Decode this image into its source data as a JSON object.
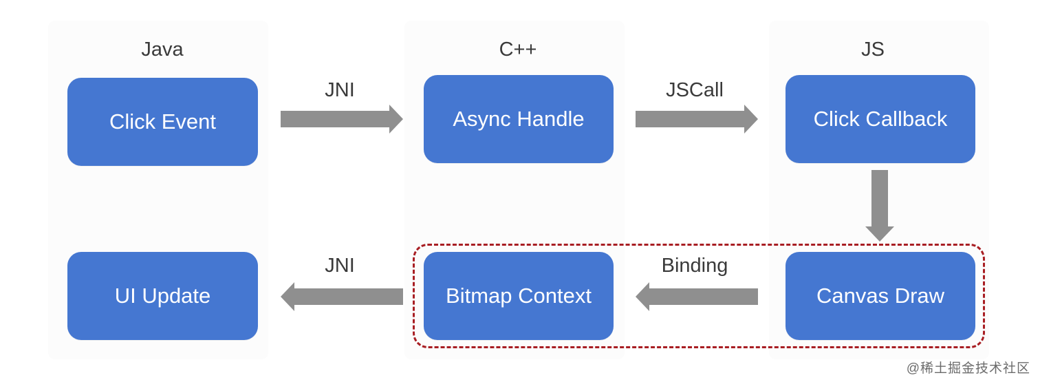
{
  "columns": {
    "java": "Java",
    "cpp": "C++",
    "js": "JS"
  },
  "nodes": {
    "click_event": "Click Event",
    "async_handle": "Async Handle",
    "click_callback": "Click Callback",
    "canvas_draw": "Canvas Draw",
    "bitmap_context": "Bitmap Context",
    "ui_update": "UI Update"
  },
  "edges": {
    "java_to_cpp": "JNI",
    "cpp_to_js": "JSCall",
    "canvas_to_bitmap": "Binding",
    "bitmap_to_ui": "JNI"
  },
  "colors": {
    "box_fill": "#4577d1",
    "arrow_fill": "#8f8f8f",
    "group_border": "#a81e23"
  },
  "watermark": "@稀土掘金技术社区"
}
